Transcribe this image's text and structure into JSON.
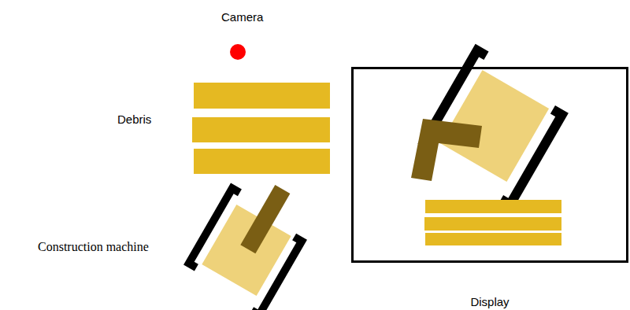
{
  "diagram": {
    "nodes": [
      {
        "text": [
          "Display"
        ]
      }
    ],
    "edges": [],
    "labels": [
      "Camera",
      "Debris",
      "Construction machine"
    ]
  }
}
